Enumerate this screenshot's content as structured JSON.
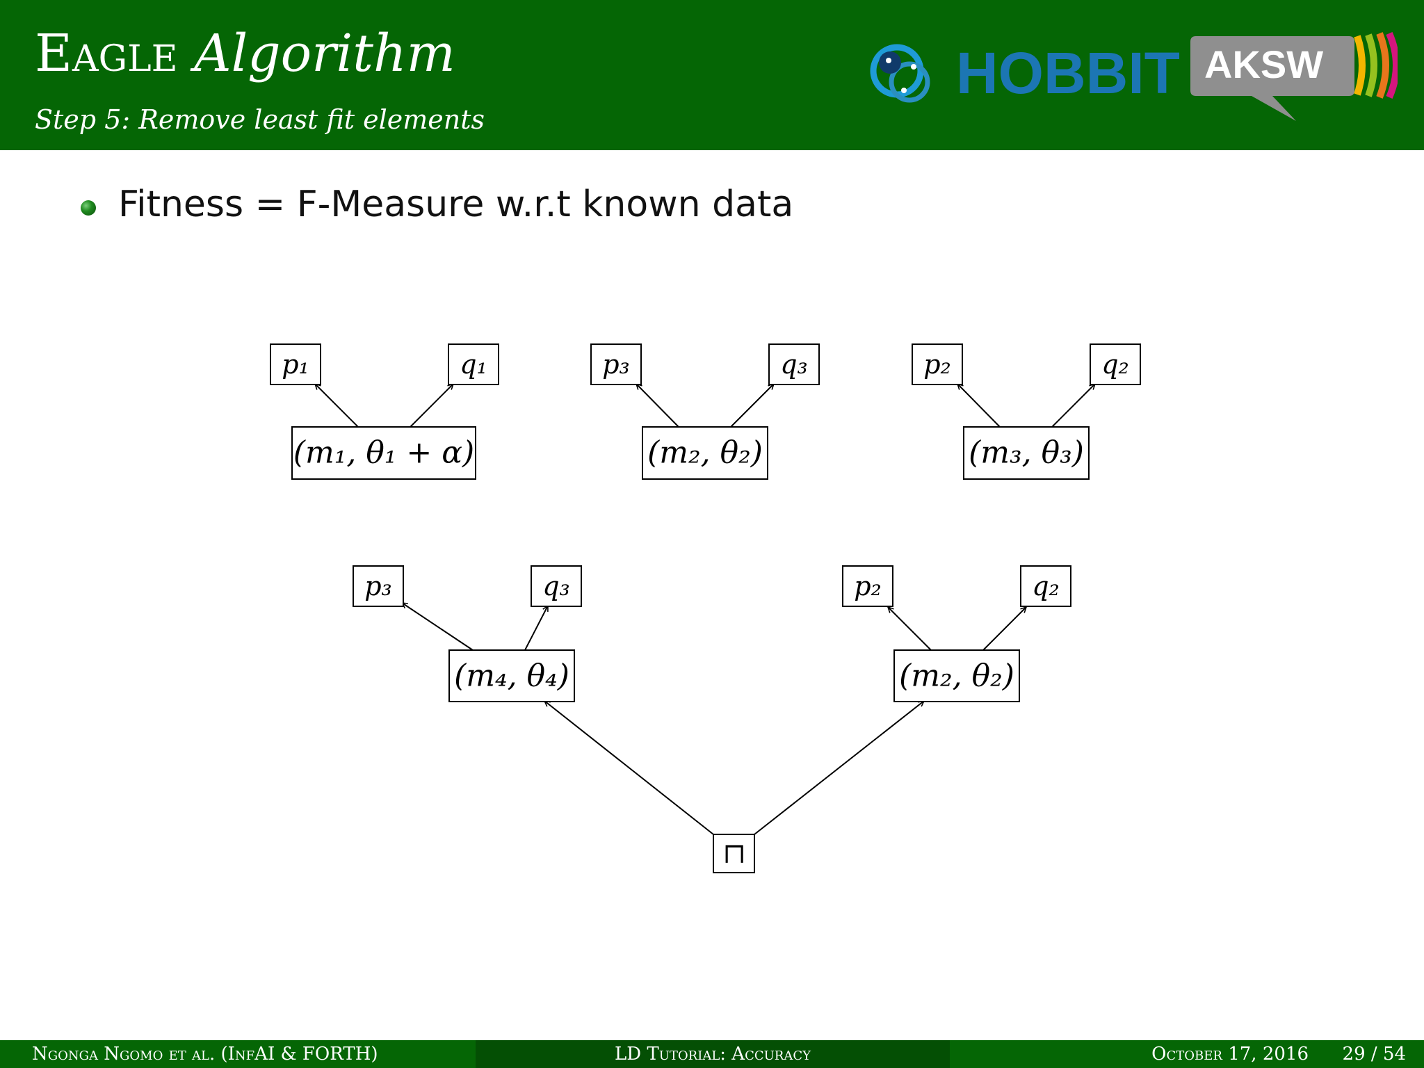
{
  "header": {
    "title_caps": "Eagle",
    "title_italic": "Algorithm",
    "subtitle": "Step 5: Remove least fit elements",
    "logo_hobbit": "HOBBIT",
    "logo_aksw": "AKSW",
    "colors": {
      "band": "#056605",
      "hobbit_text": "#1c76b3",
      "aksw_bubble": "#8f8f8f"
    }
  },
  "bullets": [
    "Fitness = F-Measure w.r.t known data"
  ],
  "diagram": {
    "top_trees": [
      {
        "root": "(m₁, θ₁ + α)",
        "left": "p₁",
        "right": "q₁"
      },
      {
        "root": "(m₂, θ₂)",
        "left": "p₃",
        "right": "q₃"
      },
      {
        "root": "(m₃, θ₃)",
        "left": "p₂",
        "right": "q₂"
      }
    ],
    "bottom_tree": {
      "operator": "⊓",
      "left": {
        "root": "(m₄, θ₄)",
        "left": "p₃",
        "right": "q₃"
      },
      "right": {
        "root": "(m₂, θ₂)",
        "left": "p₂",
        "right": "q₂"
      }
    }
  },
  "footer": {
    "authors": "Ngonga Ngomo et al.  (InfAI & FORTH)",
    "title": "LD Tutorial: Accuracy",
    "date": "October 17, 2016",
    "page": "29 / 54"
  }
}
